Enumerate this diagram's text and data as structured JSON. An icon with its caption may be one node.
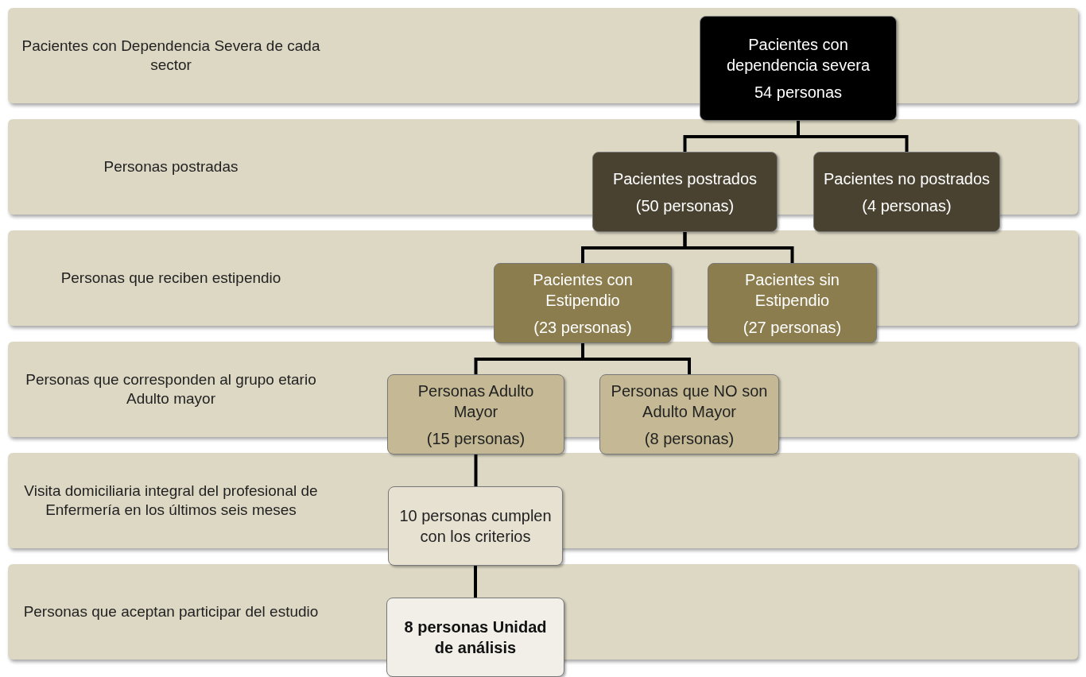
{
  "diagram": {
    "nodes": [
      {
        "text": [
          "Pacientes con Dependencia Severa de cada sector"
        ]
      },
      {
        "text": [
          "Personas postradas"
        ]
      },
      {
        "text": [
          "Personas que reciben estipendio"
        ]
      },
      {
        "text": [
          "Personas que corresponden al grupo etario Adulto mayor"
        ]
      },
      {
        "text": [
          "Visita domiciliaria integral del profesional de Enfermería en los últimos seis meses"
        ]
      },
      {
        "text": [
          "Personas que aceptan participar del estudio"
        ]
      },
      {
        "text": [
          "Pacientes con dependencia severa",
          "54 personas"
        ]
      },
      {
        "text": [
          "Pacientes postrados",
          "(50 personas)"
        ]
      },
      {
        "text": [
          "Pacientes no postrados",
          "(4 personas)"
        ]
      },
      {
        "text": [
          "Pacientes con Estipendio",
          "(23 personas)"
        ]
      },
      {
        "text": [
          "Pacientes sin Estipendio",
          "(27 personas)"
        ]
      },
      {
        "text": [
          "Personas Adulto Mayor",
          "(15 personas)"
        ]
      },
      {
        "text": [
          "Personas que NO son Adulto Mayor",
          "(8 personas)"
        ]
      },
      {
        "text": [
          "10 personas cumplen con los criterios"
        ]
      },
      {
        "text": [
          "8 personas Unidad de análisis"
        ]
      }
    ],
    "edges": [
      {
        "from": 6,
        "to": 7,
        "arrow": "none"
      },
      {
        "from": 6,
        "to": 8,
        "arrow": "none"
      },
      {
        "from": 7,
        "to": 9,
        "arrow": "none"
      },
      {
        "from": 7,
        "to": 10,
        "arrow": "none"
      },
      {
        "from": 9,
        "to": 11,
        "arrow": "none"
      },
      {
        "from": 9,
        "to": 12,
        "arrow": "none"
      },
      {
        "from": 11,
        "to": 13,
        "arrow": "none"
      },
      {
        "from": 13,
        "to": 14,
        "arrow": "none"
      }
    ]
  }
}
